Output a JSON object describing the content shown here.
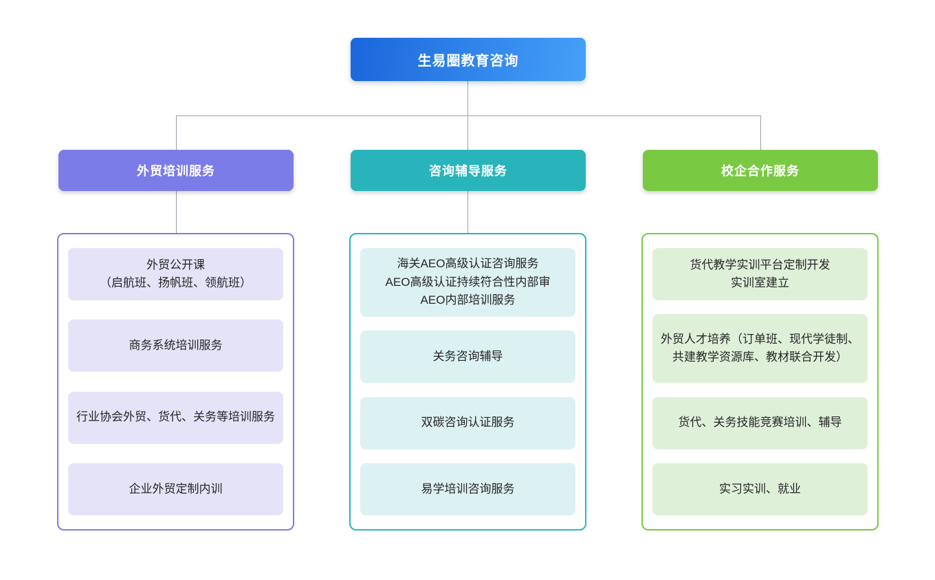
{
  "root": {
    "label": "生易圈教育咨询"
  },
  "colors": {
    "root_gradient_from": "#1b66db",
    "root_gradient_to": "#45a1f8",
    "branch_1_accent": "#7b7ce8",
    "branch_1_item_bg": "#e5e3f8",
    "branch_2_accent": "#29b4bb",
    "branch_2_item_bg": "#dcf1f2",
    "branch_3_accent": "#7ac943",
    "branch_3_item_bg": "#dff0d9",
    "connector": "#98a0a8"
  },
  "branches": [
    {
      "label": "外贸培训服务",
      "items": [
        "外贸公开课\n（启航班、扬帆班、领航班）",
        "商务系统培训服务",
        "行业协会外贸、货代、关务等培训服务",
        "企业外贸定制内训"
      ]
    },
    {
      "label": "咨询辅导服务",
      "items": [
        "海关AEO高级认证咨询服务\nAEO高级认证持续符合性内部审\nAEO内部培训服务",
        "关务咨询辅导",
        "双碳咨询认证服务",
        "易学培训咨询服务"
      ]
    },
    {
      "label": "校企合作服务",
      "items": [
        "货代教学实训平台定制开发\n实训室建立",
        "外贸人才培养（订单班、现代学徒制、共建教学资源库、教材联合开发）",
        "货代、关务技能竞赛培训、辅导",
        "实习实训、就业"
      ]
    }
  ]
}
